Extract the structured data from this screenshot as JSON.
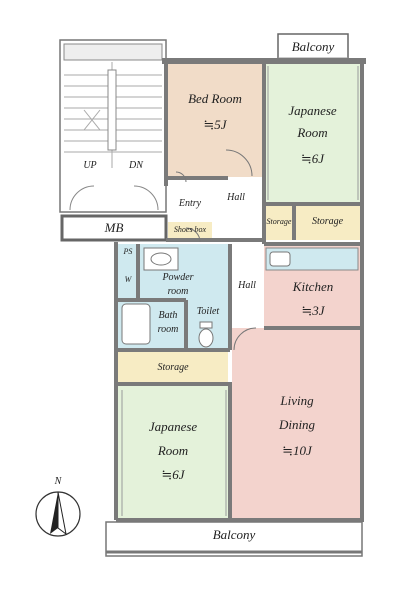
{
  "plan": {
    "north": "N",
    "stairs": {
      "up": "UP",
      "dn": "DN"
    },
    "rooms": {
      "balcony_top": "Balcony",
      "bedroom": {
        "name": "Bed Room",
        "size": "≒5J"
      },
      "japanese_ne": {
        "name1": "Japanese",
        "name2": "Room",
        "size": "≒6J"
      },
      "hall_upper": "Hall",
      "entry": "Entry",
      "shoes_box": "Shoes box",
      "storage_small": "Storage",
      "storage_right": "Storage",
      "mb": "MB",
      "ps": "PS",
      "w": "W",
      "powder_room": {
        "name1": "Powder",
        "name2": "room"
      },
      "hall_lower": "Hall",
      "kitchen": {
        "name": "Kitchen",
        "size": "≒3J"
      },
      "bath_room": {
        "name1": "Bath",
        "name2": "room"
      },
      "toilet": "Toilet",
      "storage_left": "Storage",
      "japanese_sw": {
        "name1": "Japanese",
        "name2": "Room",
        "size": "≒6J"
      },
      "living_dining": {
        "name1": "Living",
        "name2": "Dining",
        "size": "≒10J"
      },
      "balcony_bottom": "Balcony"
    },
    "colors": {
      "bedroom": "#f1dcc8",
      "tatami": "#e4f2da",
      "wet": "#cfe9ef",
      "kitchen_ld": "#f3d3cd",
      "storage": "#f7ecc4",
      "wall": "#7a7a7a"
    }
  }
}
